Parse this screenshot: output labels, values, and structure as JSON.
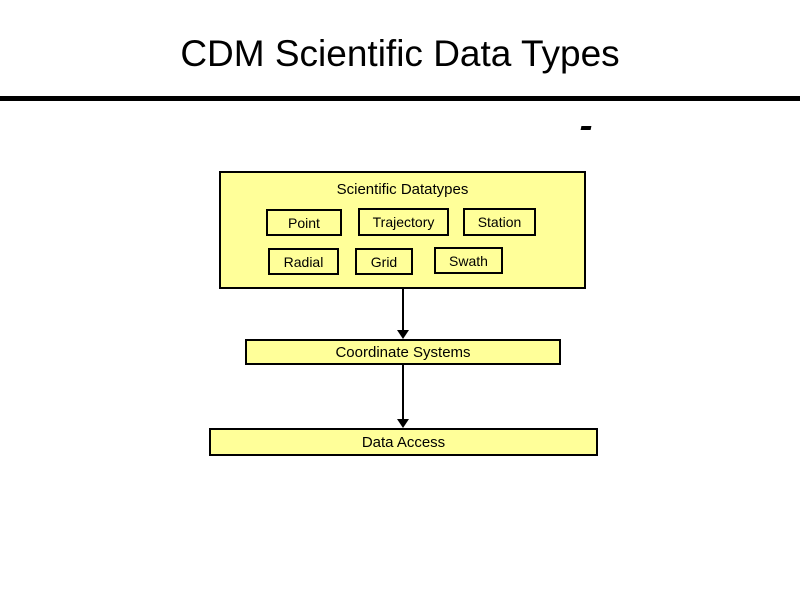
{
  "slide": {
    "title": "CDM Scientific Data Types"
  },
  "diagram": {
    "container": {
      "label": "Scientific Datatypes",
      "fill_color": "#ffff99",
      "border_color": "#000000",
      "items": [
        {
          "label": "Point"
        },
        {
          "label": "Trajectory"
        },
        {
          "label": "Station"
        },
        {
          "label": "Radial"
        },
        {
          "label": "Grid"
        },
        {
          "label": "Swath"
        }
      ]
    },
    "layers": [
      {
        "label": "Coordinate Systems"
      },
      {
        "label": "Data Access"
      }
    ],
    "connectors": [
      {
        "name": "datatypes-to-coordsys",
        "direction": "down"
      },
      {
        "name": "coordsys-to-dataaccess",
        "direction": "down"
      }
    ]
  }
}
